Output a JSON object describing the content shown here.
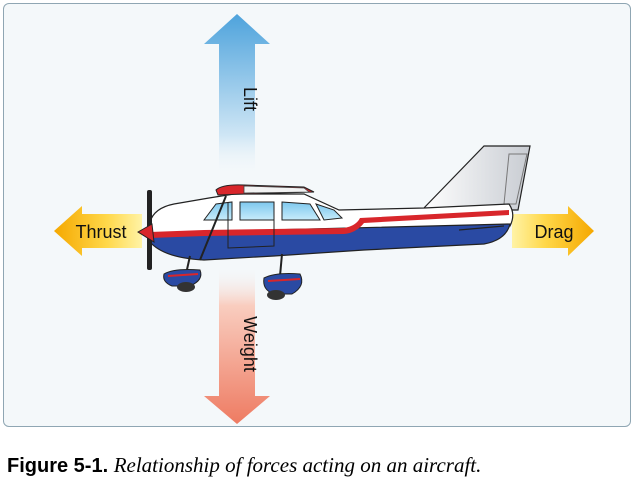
{
  "forces": {
    "lift": "Lift",
    "weight": "Weight",
    "thrust": "Thrust",
    "drag": "Drag"
  },
  "caption": {
    "number": "Figure 5-1.",
    "text": "Relationship of forces acting on an aircraft."
  },
  "colors": {
    "lift": "#4ea3dc",
    "weight": "#ee7b62",
    "thrust": "#f5a800",
    "drag": "#f5a800",
    "fuselage_stripe": "#d8262b",
    "fuselage_belly": "#2a4aa3",
    "background": "#f4f8fa"
  }
}
